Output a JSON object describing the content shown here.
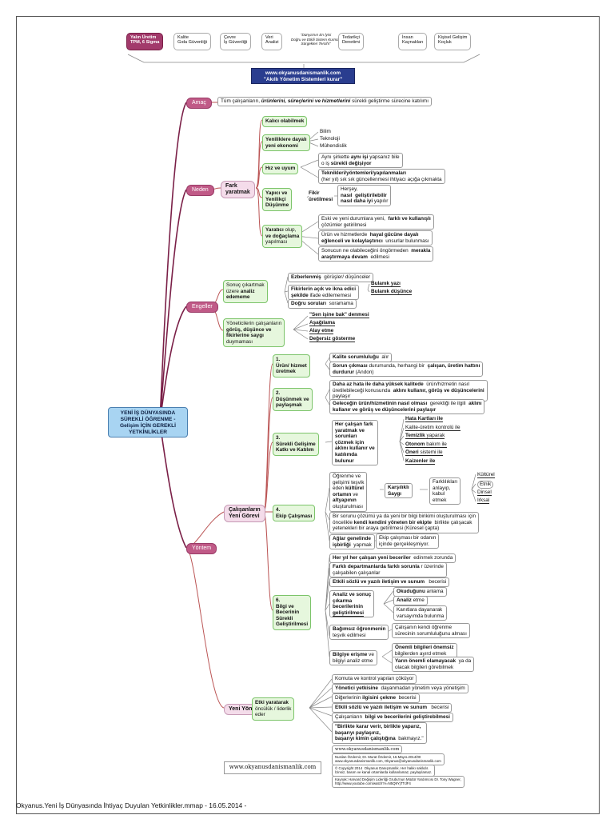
{
  "top_row": {
    "items": [
      "Yalın Üretim\nTPM, 6 Sigma",
      "Kalite\nGıda Güvenliği",
      "Çevre\nİş Güvenliği",
      "Veri\nAnalizi",
      "\"Dünya'nın En İyisi\nDoğru ve Etkili Sistem Kurmak\nSürgekleri Tercihi\"",
      "Tedarikçi\nDenetimi",
      "İnsan\nKaynakları",
      "Kişisel Gelişim\nKoçluk"
    ],
    "banner_line1": "www.okyanusdanismanlik.com",
    "banner_line2": "\"Akıllı Yönetim Sistemleri kurar\""
  },
  "central": "YENİ İŞ DÜNYASINDA\nSÜREKLİ ÖĞRENME -\nGelişim İÇİN GEREKLİ\nYETKİNLİKLER",
  "amac": {
    "label": "Amaç",
    "text_a": "Tüm çalışanların, ",
    "text_b": "ürünlerini, süreçlerini ve hizmetlerini",
    "text_c": " sürekli geliştirme sürecine katılımı"
  },
  "neden": {
    "label": "Neden",
    "fark": "Fark\nyaratmak",
    "kalici": "Kalıcı olabilmek",
    "yenilik": "Yeniliklere dayalı\nyeni ekonomi",
    "bilim": "Bilim",
    "teknoloji": "Teknoloji",
    "muhendislik": "Mühendislik",
    "hiz": "Hız ve uyum",
    "hiz1a": "Aynı şirkette ",
    "hiz1b": "aynı işi",
    "hiz1c": " yapsanız bile\no iş ",
    "hiz1d": "sürekli değişiyor",
    "hiz2a": "Teknikleri/yöntemleri/yapılanmaları",
    "hiz2b": "\n(her yıl) sık sık güncellenmesi ihtiyacı açığa çıkmakta",
    "yapici": "Yapıcı ve\nYenilikçi\nDüşünme",
    "fikir": "Fikir\nüretilmesi",
    "hersey_a": "Herşey,\n",
    "hersey_b": "nasıl  geliştirilebilir\nnasıl daha iyi",
    "hersey_c": " yapılır",
    "yaratici_a": "Yaratıcı",
    "yaratici_b": " olup,\n",
    "yaratici_c": "ve doğaçlama",
    "yaratici_d": "\nyapılması",
    "y1a": "Eski ve yeni durumlara yeni,  ",
    "y1b": "farklı ve kullanışlı",
    "y1c": "\nçözümler getirilmesi",
    "y2a": "Ürün ve hizmetlerde  ",
    "y2b": "hayal gücüne dayalı\neğlenceli ve kolaylaştırıcı",
    "y2c": "  unsurlar bulunması",
    "y3a": "Sonucun ne olabileceğini öngörmeden  ",
    "y3b": "merakla\naraştırmaya devam",
    "y3c": "  edilmesi"
  },
  "engeller": {
    "label": "Engeller",
    "sonuc_a": "Sonuç çıkartmak\nüzere ",
    "sonuc_b": "analiz\nedememe",
    "ezber_a": "Ezberlenmiş",
    "ezber_b": "  görüşler/ düşünceler",
    "fikirlerin_a": "Fikirlerin açık ve ikna edici\nşekilde",
    "fikirlerin_b": " ifade edilememesi",
    "bulanik_yazi": "Bulanık yazı",
    "bulanik_dusunce": "Bulanık düşünce",
    "dogru_a": "Doğru soruları",
    "dogru_b": "  soramama",
    "yoneticiler_a": "Yöneticilerin çalışanların\n",
    "yoneticiler_b": "görüş, düşünce ve\nfikirlerine saygı",
    "yoneticiler_c": "\nduymaması",
    "sen": "\"Sen işine bak\" denmesi",
    "asagilama": "Aşağılama",
    "alay": "Alay etme",
    "degersiz": "Değersiz gösterme"
  },
  "yontem": {
    "label": "Yöntem",
    "calisanlar": "Çalışanların\nYeni Görevi",
    "s1": "1.\nÜrün/ hizmet\nüretmek",
    "s1a_a": "Kalite sorumluluğu",
    "s1a_b": "  alır",
    "s1b_a": "Sorun çıkması",
    "s1b_b": " durumunda, herhangi bir  ",
    "s1b_c": "çalışan, üretim hattını\ndurdurur",
    "s1b_d": " (Andon)",
    "s2": "2.\nDüşünmek ve\npaylaşmak",
    "s2a_a": "Daha az hata ile daha yüksek kalitede",
    "s2a_b": "  ürün/hizmetin nasıl\nüretilebileceği konusunda  ",
    "s2a_c": "aklını kullanır, görüş ve düşüncelerini",
    "s2a_d": "\npaylaşır",
    "s2b_a": "Gelecеğin ürün/hizmetinin nasıl olması",
    "s2b_b": "  gerektiği ile ilgili  ",
    "s2b_c": "aklını\nkullanır ve görüş ve düşüncelerini paylaşır",
    "s3": "3.\nSürekli Gelişime\nKatkı ve Katılım",
    "s3t_a": "Her çalışan",
    "s3t_b": " fark\nyaratmak ve\nsorunları\nçözmek için\naklını kullanır ve\nkatılımda\nbulunur",
    "hata": "Hata Kartları ile",
    "kalite_kontrol": "Kalite-üretim kontrolü ile",
    "temizlik_a": "Temizlik",
    "temizlik_b": " yaparak",
    "otonom_a": "Otonom",
    "otonom_b": " bakım ile",
    "oneri_a": "Öneri",
    "oneri_b": " sistemi ile",
    "kaizen": "Kaizenler ile",
    "s4": "4.\nEkip Çalışması",
    "ogrenme_a": "Öğrenme ve\ngelişimi teşvik\neden ",
    "ogrenme_b": "kültürel\nortamın",
    "ogrenme_c": " ve\n",
    "ogrenme_d": "altyapının",
    "ogrenme_e": "\noluşturulması",
    "karsilikli": "Karşılıklı\nSaygı",
    "farkliliklari": "Farklılıkları\nanlayıp,\nkabul\netmek",
    "kulturel": "Kültürel",
    "etnik": "Etnik",
    "dinsel": "Dinsel",
    "irksal": "Irksal",
    "bir_sorun_a": "Bir sorunu çözümü ya da yeni bir bilgi birikimi oluşturulması için\nöncelikle ",
    "bir_sorun_b": "kendi kendini yöneten bir ekipte",
    "bir_sorun_c": "  birlikte çalışacak\nyetenekleri bir araya getirilmesi (Küresel çapta)",
    "aglar_a": "Ağlar genelinde\nişbirliği",
    "aglar_b": "  yapmak",
    "ekip_calismasi": "Ekip çalışması bir odanın\niçinde gerçekleşmiyor.",
    "s6": "6.\nBilgi ve\nBecerinin\nSürekli\nGeliştirilmesi",
    "her_yil_a": "Her yıl her çalışan yeni beceriler",
    "her_yil_b": "  edinmek zorunda",
    "farkli_a": "Farklı departmanlarda farklı sorunla",
    "farkli_b": " r üzerinde\nçalışabilen çalışanlar",
    "etkili_a": "Etkili sözlü ve yazılı iletişim ve sunum",
    "etkili_b": "   becerisi",
    "analiz_a": "Analiz ve sonuç\nçıkarma\nbecerilerinin\n",
    "analiz_b": "geliştirilmesi",
    "okudugunu_a": "Okuduğunu",
    "okudugunu_b": " anlama",
    "analiz_etme_a": "Analiz",
    "analiz_etme_b": " etme",
    "kanitlara": "Kanıtlara dayanarak\nvarsayımda bulunma",
    "bagimsiz_a": "Bağımsız öğrenmenin",
    "bagimsiz_b": "\nteşvik edilmesi",
    "calisanin": "Çalışanın kendi öğrenme\nsürecinin sorumluluğunu alması",
    "bilgiye_a": "Bilgiye erişme",
    "bilgiye_b": " ve\nbilgiyi analiz etme",
    "onemli_a": "Önemli bilgileri önemsiz",
    "onemli_b": "\nbilgilerden ayırd etmek",
    "yarin_a": "Yarın önemli olamayacak",
    "yarin_b": "  ya da\nolacak bilgileri görebilmek",
    "yeni_yonetici": "Yeni Yönetici",
    "etki_a": "Etki yaratarak\n",
    "etki_b": "öncülük / liderlik\neder",
    "komuta": "Komuta ve kontrol yapıları çöküyor",
    "yonetici_yetkisine_a": "Yönetici yetkisine",
    "yonetici_yetkisine_b": "  dayanmadan yönetim veya yönetişim",
    "digerlerinin_a": "Diğerlerinin ",
    "digerlerinin_b": "ilgisini çekme",
    "digerlerinin_c": "  becerisi",
    "etkili2_a": "Etkili sözlü ve yazılı iletişim ve sunum",
    "etkili2_b": "   becerisi",
    "calisanlari_a": "Çalışanların  ",
    "calisanlari_b": "bilgi ve becerilerini geliştirebilmesi",
    "birlikte_a": "\"Birlikte karar verir, birlikte yaparız,\nbaşarıyı paylaşırız,\nbaşarıyı kimin çalıştığına",
    "birlikte_b": "  bakmayız.\""
  },
  "footer": {
    "logo": "www.okyanusdanismanlik.com",
    "i1": "www.okyanusdanismanlik.com",
    "i2": "Nurdan Özdemir, Dr. Murat Özdemir, 16.Mayıs.2014/00\nwww.okyanusdanismanlik.com, Okyanus@okyanusdanismanlik.com",
    "i3": "© Copyright 2014  Okyanus Danışmanlık. Her hakkı saklıdır.\nİzinsiz, basım ve kanal ortamlarda kullanılamaz, paylaşılamaz.",
    "i4": "Kaynak: Harvard Değişim Liderliği Grubu'nun Müdür Yardımcısı Dr. Tony Wagner,\nhttp://www.youtube.com/watch?v=N5Q9YjTTdF4",
    "bottom": "Okyanus.Yeni İş Dünyasında İhtiyaç Duyulan Yetkinlikler.mmap - 16.05.2014 -"
  },
  "colors": {
    "branch_pink": "#c05a87",
    "branch_light_pink": "#f4dcea",
    "green_box": "#e6f7dd",
    "central_blue": "#a8d4f2",
    "banner_navy": "#2a3d8f"
  }
}
